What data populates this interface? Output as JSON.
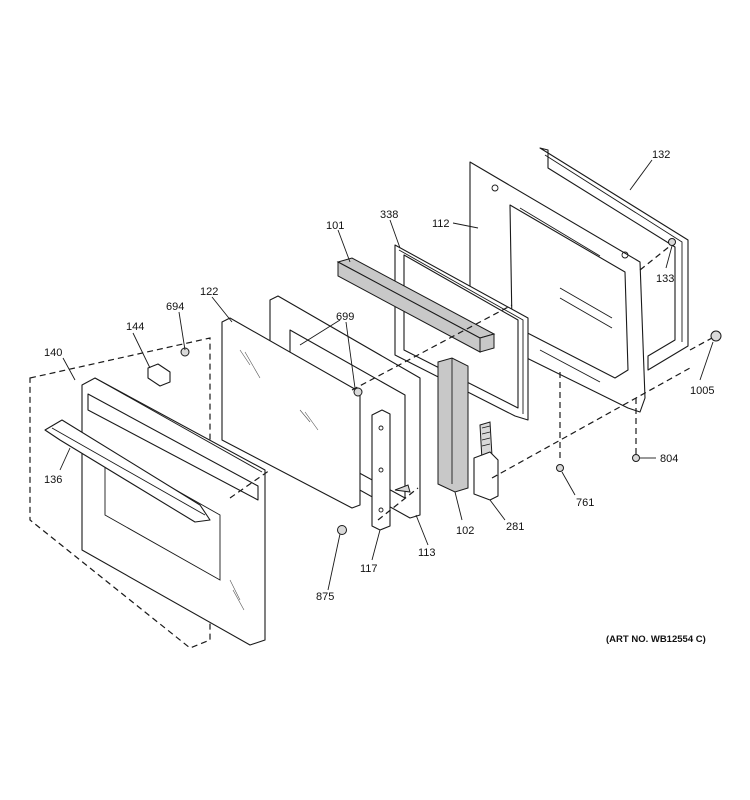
{
  "diagram": {
    "art_number": "(ART NO. WB12554 C)",
    "part_labels": {
      "p132": "132",
      "p112": "112",
      "p338": "338",
      "p101": "101",
      "p133": "133",
      "p1005": "1005",
      "p122": "122",
      "p694": "694",
      "p144": "144",
      "p140": "140",
      "p699": "699",
      "p136": "136",
      "p804": "804",
      "p761": "761",
      "p281": "281",
      "p102": "102",
      "p113": "113",
      "p117": "117",
      "p875": "875"
    }
  }
}
